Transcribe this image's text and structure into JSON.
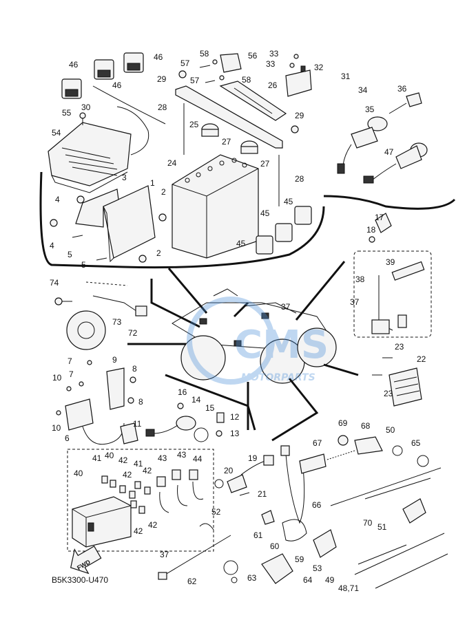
{
  "diagram": {
    "code": "B5K3300-U470",
    "fwd_label": "FWD",
    "watermark": {
      "brand": "CMS",
      "sub": "MOTORPARTS",
      "accent": "#4a8fd8"
    },
    "callouts": [
      "1",
      "2",
      "3",
      "4",
      "5",
      "12",
      "13",
      "14",
      "15",
      "16",
      "17",
      "18",
      "19",
      "20",
      "21",
      "22",
      "23",
      "24",
      "25",
      "26",
      "27",
      "28",
      "29",
      "30",
      "31",
      "32",
      "33",
      "34",
      "35",
      "36",
      "37",
      "38",
      "39",
      "40",
      "41",
      "42",
      "43",
      "44",
      "45",
      "46",
      "47",
      "48,71",
      "49",
      "50",
      "51",
      "52",
      "53",
      "54",
      "55",
      "56",
      "57",
      "58",
      "59",
      "60",
      "61",
      "62",
      "63",
      "64",
      "65",
      "66",
      "67",
      "68",
      "69",
      "70",
      "72",
      "73",
      "74",
      "6",
      "7",
      "8",
      "9",
      "10",
      "11"
    ]
  }
}
